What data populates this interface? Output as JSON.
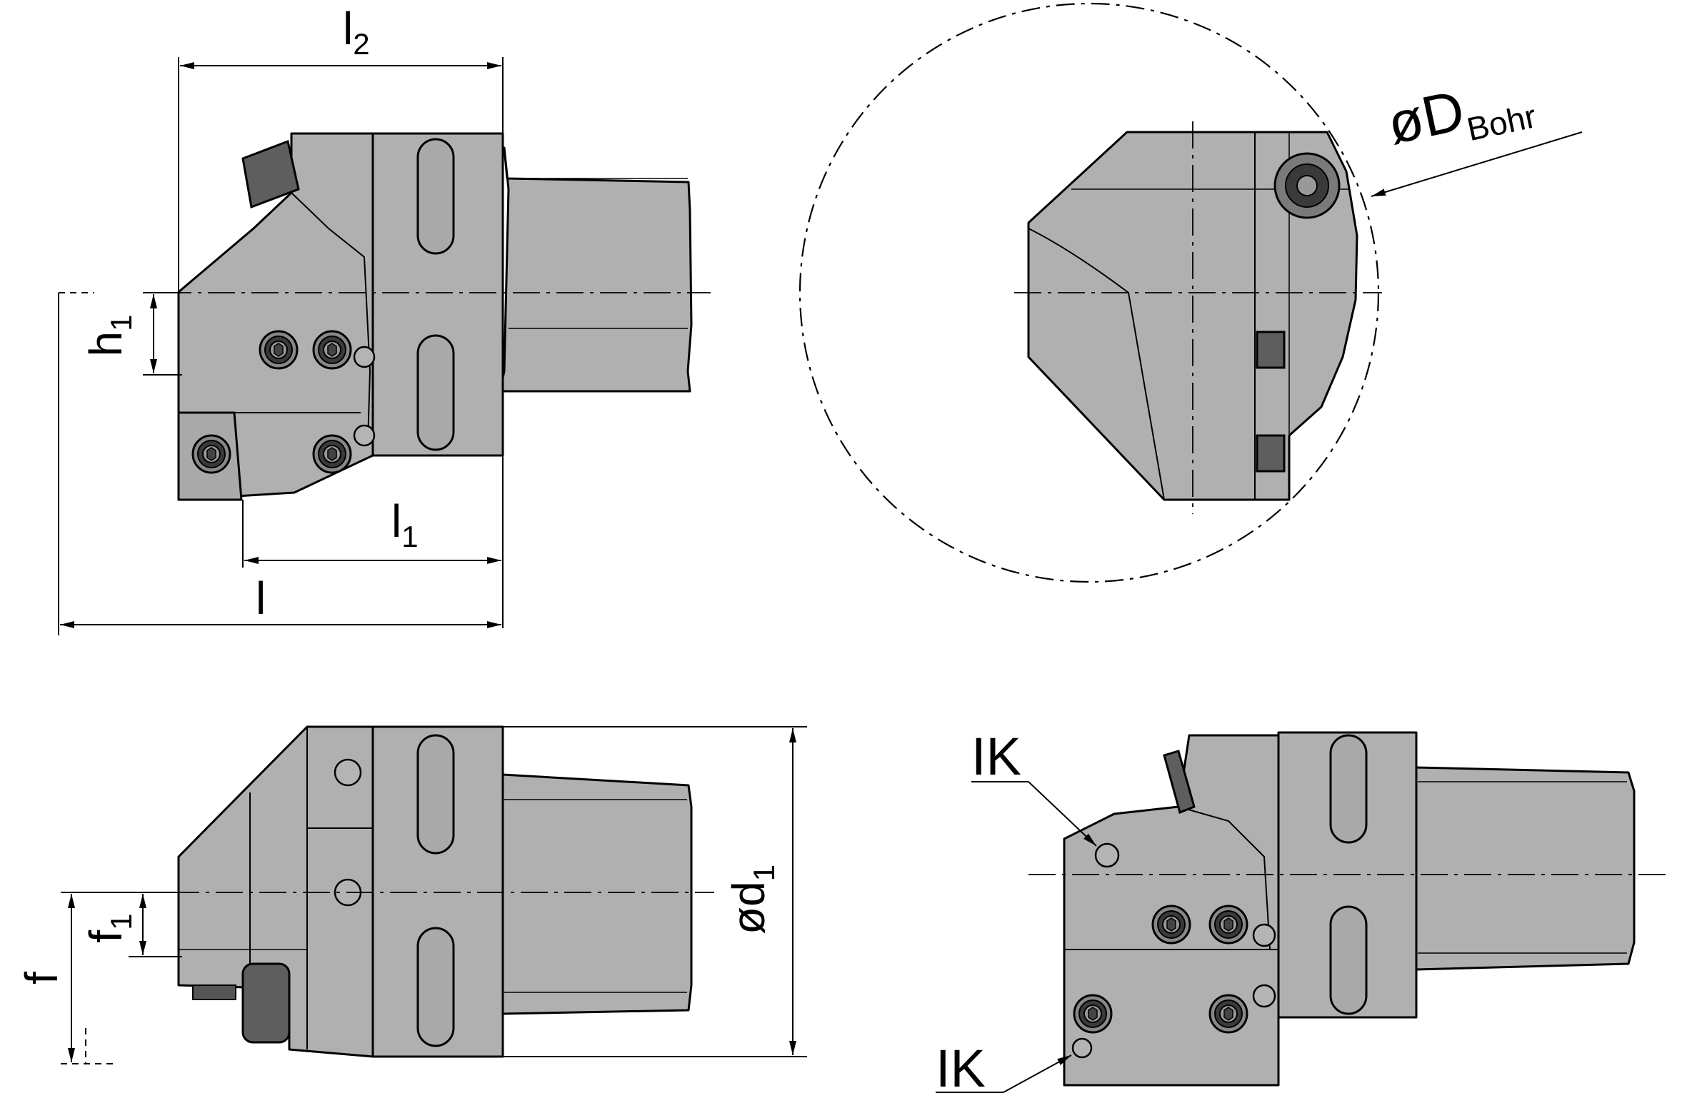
{
  "labels": {
    "l2_main": "l",
    "l2_sub": "2",
    "h1_main": "h",
    "h1_sub": "1",
    "l1_main": "l",
    "l1_sub": "1",
    "l_main": "l",
    "dbohr_main": "øD",
    "dbohr_sub": "Bohr",
    "f_main": "f",
    "f1_main": "f",
    "f1_sub": "1",
    "d1_main": "ød",
    "d1_sub": "1",
    "ik_top": "IK",
    "ik_bottom": "IK"
  },
  "colors": {
    "body": "#b0b0b0",
    "insert": "#5e5e5e",
    "line": "#000000"
  }
}
